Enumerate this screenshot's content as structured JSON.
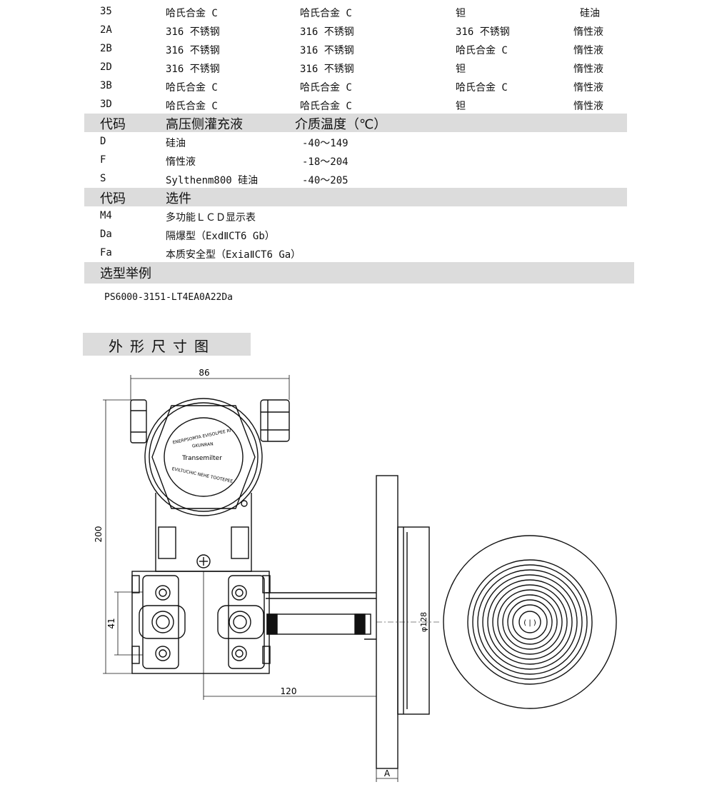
{
  "material_rows": [
    {
      "code": "35",
      "c1": "哈氏合金 C",
      "c2": "哈氏合金 C",
      "c3": "钽",
      "c4": "硅油"
    },
    {
      "code": "2A",
      "c1": "316 不锈钢",
      "c2": "316 不锈钢",
      "c3": "316 不锈钢",
      "c4": "惰性液"
    },
    {
      "code": "2B",
      "c1": "316 不锈钢",
      "c2": "316 不锈钢",
      "c3": "哈氏合金 C",
      "c4": "惰性液"
    },
    {
      "code": "2D",
      "c1": "316 不锈钢",
      "c2": "316 不锈钢",
      "c3": "钽",
      "c4": "惰性液"
    },
    {
      "code": "3B",
      "c1": "哈氏合金 C",
      "c2": "哈氏合金 C",
      "c3": "哈氏合金 C",
      "c4": "惰性液"
    },
    {
      "code": "3D",
      "c1": "哈氏合金 C",
      "c2": "哈氏合金 C",
      "c3": "钽",
      "c4": "惰性液"
    }
  ],
  "fill_header": {
    "code": "代码",
    "name": "高压侧灌充液",
    "temp": "介质温度（℃）"
  },
  "fill_rows": [
    {
      "code": "D",
      "name": "硅油",
      "temp": "-40～149"
    },
    {
      "code": "F",
      "name": "惰性液",
      "temp": "-18～204"
    },
    {
      "code": "S",
      "name": "Sylthenm800 硅油",
      "temp": "-40～205"
    }
  ],
  "option_header": {
    "code": "代码",
    "name": "选件"
  },
  "option_rows": [
    {
      "code": "M4",
      "name": "多功能ＬＣＤ显示表"
    },
    {
      "code": "Da",
      "name": "隔爆型（ExdⅡCT6 Gb）"
    },
    {
      "code": "Fa",
      "name": "本质安全型（ExiaⅡCT6 Ga）"
    }
  ],
  "example_header": "选型举例",
  "example_code": "PS6000-3151-LT4EA0A22Da",
  "dimension_title": "外形尺寸图",
  "drawing": {
    "dim_width": "86",
    "dim_height": "200",
    "dim_41": "41",
    "dim_120": "120",
    "dim_diameter": "φ128",
    "dim_a": "A",
    "transmitter_label": "Transemilter",
    "ring_top": "ENERPSOMTA EVISOLPEE RI",
    "ring_brand": "GKUNRAN",
    "ring_bottom": "EVILTUCHIC NEHE TOOTEPEE"
  }
}
